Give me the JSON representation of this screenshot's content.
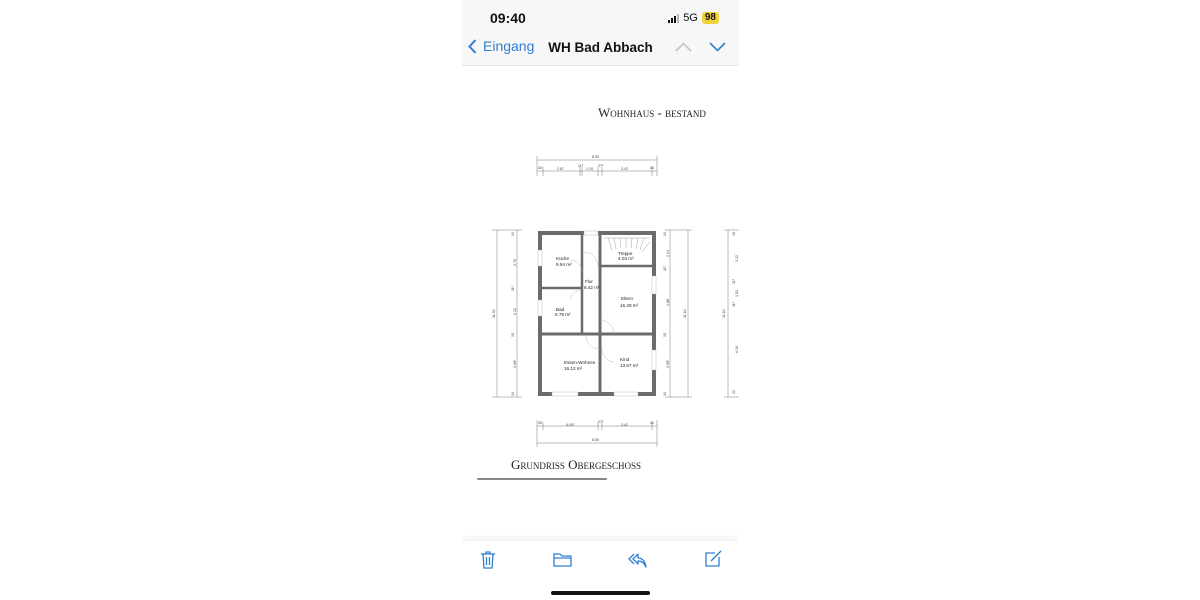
{
  "status_bar": {
    "time": "09:40",
    "network": "5G",
    "battery": "98"
  },
  "nav": {
    "back_label": "Eingang",
    "title": "WH Bad Abbach"
  },
  "document": {
    "heading": "Wohnhaus - bestand",
    "plan_title": "Grundriss Obergeschoss",
    "rooms": [
      {
        "name": "Küche",
        "area": "9.94 m²"
      },
      {
        "name": "Flur",
        "area": "8.42 m²"
      },
      {
        "name": "Treppe",
        "area": "4.03 m²"
      },
      {
        "name": "Eltern",
        "area": "16.29 m²"
      },
      {
        "name": "Bad",
        "area": "6.79 m²"
      },
      {
        "name": "Essen-Wohnen",
        "area": "16.12 m²"
      },
      {
        "name": "Kind",
        "area": "13.67 m²"
      }
    ],
    "dimensions": {
      "top_total": "8.50",
      "top": [
        "40",
        "2.67",
        "11⁵",
        "1.19",
        "27⁵",
        "3.42",
        "36"
      ],
      "bottom": [
        "40",
        "4.00⁵",
        "27⁵",
        "3.42",
        "40"
      ],
      "bottom_total": "8.50",
      "left_total": "11.94",
      "left": [
        "34",
        "2.76",
        "11⁵",
        "3.22",
        "15",
        "3.96⁵",
        "34"
      ],
      "right_total": "11.84",
      "right": [
        "34",
        "2.24",
        "11⁵",
        "4.88",
        "15",
        "3.96⁵",
        "34"
      ],
      "far_right_total": "11.84",
      "far_right": [
        "40",
        "3.22",
        "11⁵",
        "1.51",
        "11⁵",
        "6.10",
        "22"
      ]
    }
  },
  "toolbar": {
    "icons": [
      "trash-icon",
      "folder-icon",
      "reply-icon",
      "compose-icon"
    ]
  },
  "colors": {
    "accent": "#2d7fd2",
    "battery": "#f3d33c",
    "wall": "#6b6b6b"
  }
}
